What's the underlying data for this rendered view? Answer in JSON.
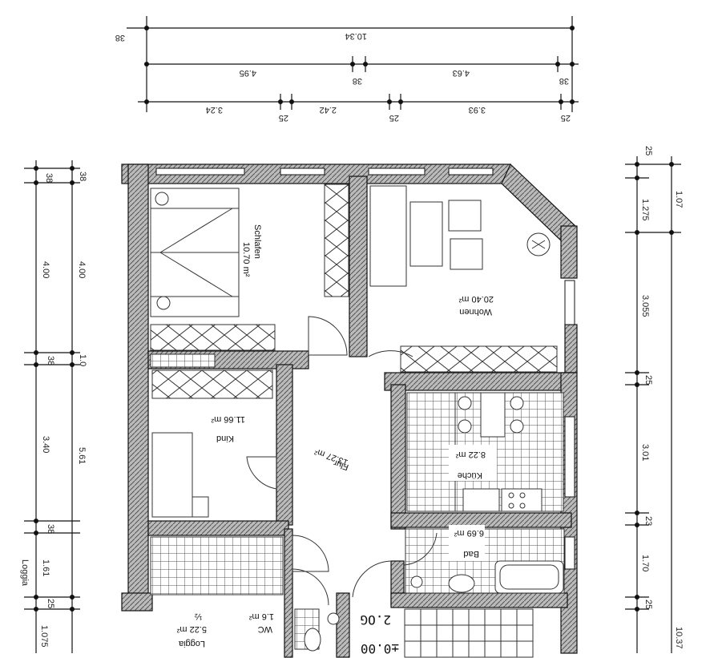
{
  "dimensions": {
    "top": {
      "row1": [
        "38",
        "10.34"
      ],
      "row2": [
        "4.95",
        "38",
        "4.63",
        "38"
      ],
      "row3": [
        "3.24",
        "25",
        "2.42",
        "25",
        "3.93",
        "25"
      ]
    },
    "left": {
      "outer": [
        "38",
        "4.00",
        "38",
        "3.40",
        "38",
        "1.61",
        "25",
        "1.075"
      ],
      "inner": [
        "38",
        "4.00",
        "1.0",
        "5.61",
        "Loggia"
      ]
    },
    "right": {
      "inner": [
        "25",
        "1.275",
        "3.055",
        "25",
        "3.01",
        "23",
        "1.70",
        "25"
      ],
      "outer": [
        "1.07",
        "10.37"
      ]
    }
  },
  "rooms": {
    "schlafen": {
      "name": "Schlafen",
      "area": "10.70 m²"
    },
    "wohnen": {
      "name": "Wohnen",
      "area": "20.40 m²"
    },
    "kind": {
      "name": "Kind",
      "area": "11.66 m²"
    },
    "flur": {
      "name": "Flur",
      "area": "13.27 m²"
    },
    "kueche": {
      "name": "Küche",
      "area": "8.22 m²"
    },
    "bad": {
      "name": "Bad",
      "area": "6.69 m²"
    },
    "wc": {
      "name": "WC",
      "area": "1.6 m²"
    },
    "loggia": {
      "name": "Loggia",
      "area": "5.22 m²",
      "mark": "½"
    }
  },
  "labels": {
    "floor": "2.OG",
    "level": "±0.00"
  }
}
